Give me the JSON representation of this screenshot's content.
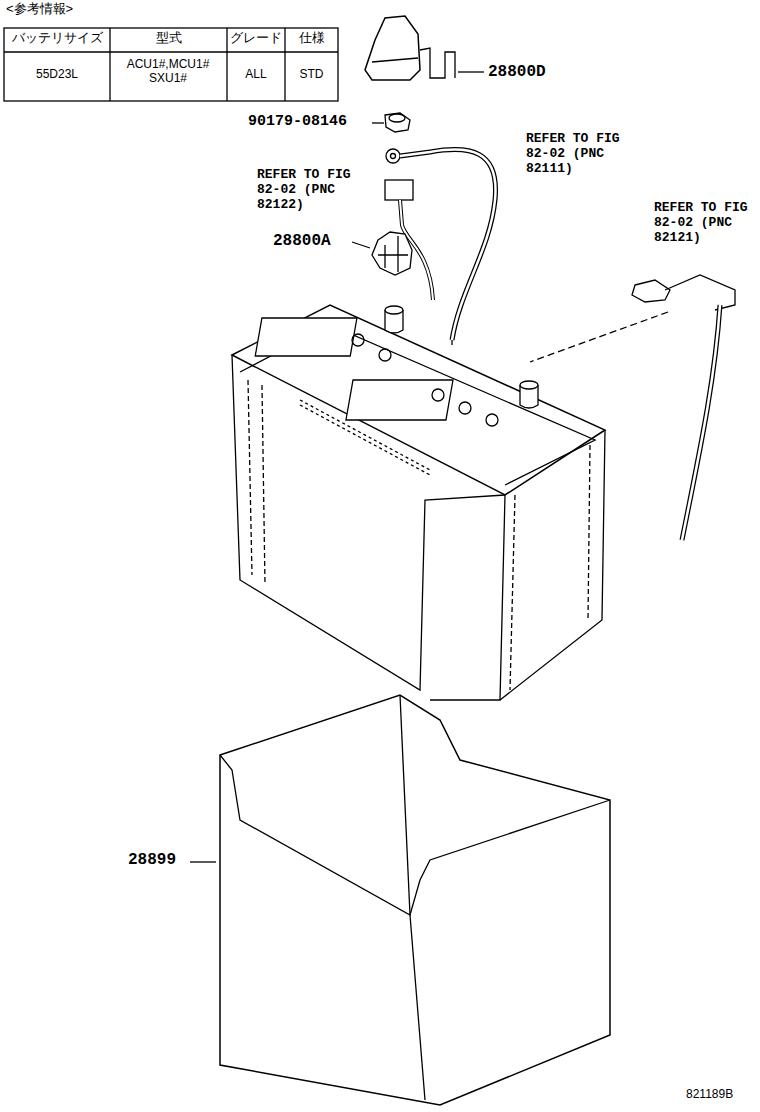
{
  "diagram": {
    "labels": [
      "<参考情報>",
      "バッテリサイズ",
      "型式",
      "グレード",
      "仕様",
      "55D23L",
      "ACU1#,MCU1# SXU1#",
      "ALL",
      "STD",
      "28800D",
      "90179-08146",
      "REFER TO FIG 82-02 (PNC 82111)",
      "REFER TO FIG 82-02 (PNC 82122)",
      "28800A",
      "REFER TO FIG 82-02 (PNC 82121)",
      "28899",
      "821189B"
    ]
  }
}
